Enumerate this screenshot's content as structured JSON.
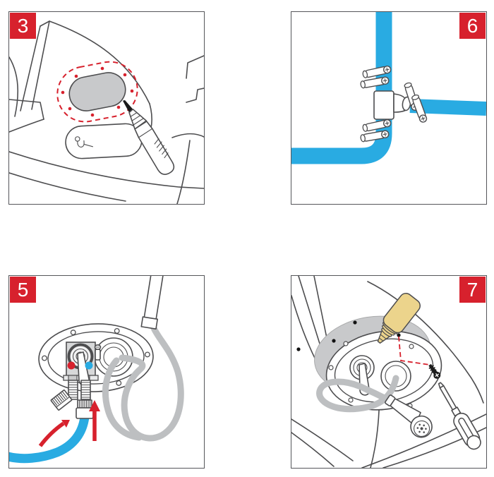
{
  "colors": {
    "accent_red": "#d7212d",
    "pipe_blue": "#29abe2",
    "hose_gray": "#bdbfc1",
    "outline_dark": "#4d4d4f",
    "panel_border": "#55565a",
    "fill_gray": "#c8c9cb",
    "sealant_tan": "#ecd48c",
    "hot_red": "#d7212d",
    "cold_blue": "#29abe2"
  },
  "panels": [
    {
      "number": "3",
      "badge_corner": "top-left",
      "illustration": "mark-oval-cutout-outline-with-marker-on-console"
    },
    {
      "number": "6",
      "badge_corner": "top-right",
      "illustration": "join-water-pipes-with-tee-fitting-and-hose-clamps"
    },
    {
      "number": "5",
      "badge_corner": "top-left",
      "illustration": "connect-hot-cold-supply-pipe-to-mixer-rear-connectors"
    },
    {
      "number": "7",
      "badge_corner": "top-right",
      "illustration": "apply-sealant-to-gasket-and-fasten-plate-with-screws"
    }
  ]
}
